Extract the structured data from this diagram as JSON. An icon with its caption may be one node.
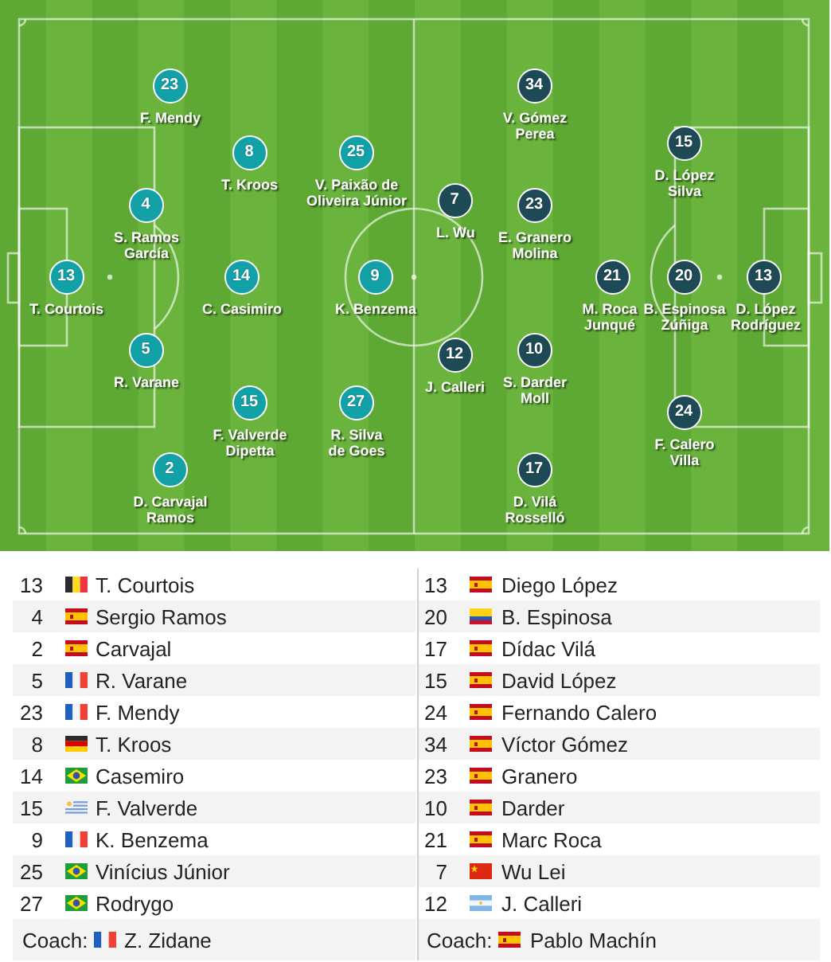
{
  "diagram": {
    "nodes": [
      {
        "text": [
          "13"
        ],
        "beside": [
          "T. Courtois"
        ]
      },
      {
        "text": [
          "23"
        ],
        "beside": [
          "F. Mendy"
        ]
      },
      {
        "text": [
          "4"
        ],
        "beside": [
          "S. Ramos García"
        ]
      },
      {
        "text": [
          "5"
        ],
        "beside": [
          "R. Varane"
        ]
      },
      {
        "text": [
          "2"
        ],
        "beside": [
          "D. Carvajal Ramos"
        ]
      },
      {
        "text": [
          "8"
        ],
        "beside": [
          "T. Kroos"
        ]
      },
      {
        "text": [
          "14"
        ],
        "beside": [
          "C. Casimiro"
        ]
      },
      {
        "text": [
          "15"
        ],
        "beside": [
          "F. Valverde Dipetta"
        ]
      },
      {
        "text": [
          "25"
        ],
        "beside": [
          "V. Paixão de Oliveira Júnior"
        ]
      },
      {
        "text": [
          "9"
        ],
        "beside": [
          "K. Benzema"
        ]
      },
      {
        "text": [
          "27"
        ],
        "beside": [
          "R. Silva de Goes"
        ]
      },
      {
        "text": [
          "7"
        ],
        "beside": [
          "L. Wu"
        ]
      },
      {
        "text": [
          "12"
        ],
        "beside": [
          "J. Calleri"
        ]
      },
      {
        "text": [
          "34"
        ],
        "beside": [
          "V. Gómez Perea"
        ]
      },
      {
        "text": [
          "23"
        ],
        "beside": [
          "E. Granero Molina"
        ]
      },
      {
        "text": [
          "10"
        ],
        "beside": [
          "S. Darder Moll"
        ]
      },
      {
        "text": [
          "17"
        ],
        "beside": [
          "D. Vilá Rosselló"
        ]
      },
      {
        "text": [
          "21"
        ],
        "beside": [
          "M. Roca Junqué"
        ]
      },
      {
        "text": [
          "15"
        ],
        "beside": [
          "D. López Silva"
        ]
      },
      {
        "text": [
          "20"
        ],
        "beside": [
          "B. Espinosa Zúñiga"
        ]
      },
      {
        "text": [
          "24"
        ],
        "beside": [
          "F. Calero Villa"
        ]
      },
      {
        "text": [
          "13"
        ],
        "beside": [
          "D. López Rodríguez"
        ]
      }
    ],
    "labels": [
      "13",
      "T. Courtois",
      "13",
      "Diego López",
      "4",
      "Sergio Ramos",
      "20",
      "B. Espinosa",
      "2",
      "Carvajal",
      "17",
      "Dídac Vilá",
      "5",
      "R. Varane",
      "15",
      "David López",
      "23",
      "F. Mendy",
      "24",
      "Fernando Calero",
      "8",
      "T. Kroos",
      "34",
      "Víctor Gómez",
      "14",
      "Casemiro",
      "23",
      "Granero",
      "15",
      "F. Valverde",
      "10",
      "Darder",
      "9",
      "K. Benzema",
      "21",
      "Marc Roca",
      "25",
      "Vinícius Júnior",
      "7",
      "Wu Lei",
      "27",
      "Rodrygo",
      "12",
      "J. Calleri",
      "Coach:",
      "Z. Zidane",
      "Coach:",
      "Pablo Machín"
    ]
  }
}
